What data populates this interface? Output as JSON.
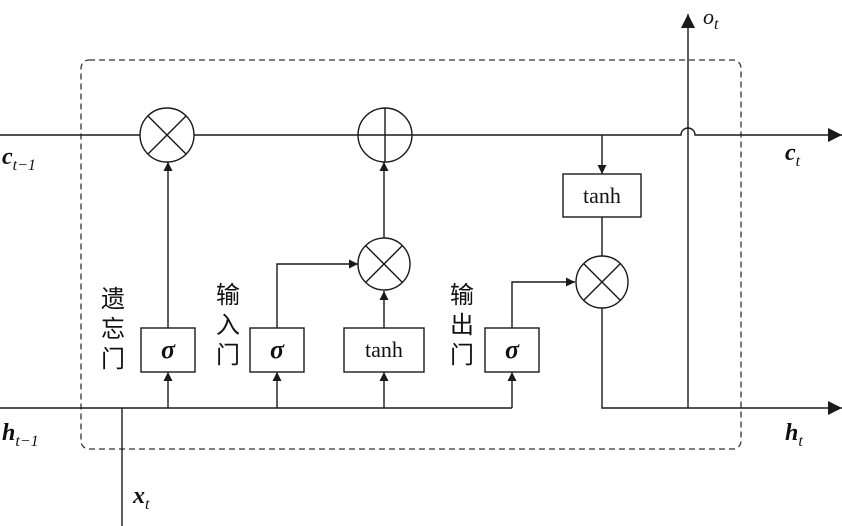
{
  "inputs": {
    "c_prev": {
      "main": "c",
      "sub": "t−1"
    },
    "h_prev": {
      "main": "h",
      "sub": "t−1"
    },
    "x": {
      "main": "x",
      "sub": "t"
    }
  },
  "outputs": {
    "c": {
      "main": "c",
      "sub": "t"
    },
    "h": {
      "main": "h",
      "sub": "t"
    },
    "o": {
      "main": "o",
      "sub": "t"
    }
  },
  "gates": {
    "forget": {
      "label": [
        "遗",
        "忘",
        "门"
      ],
      "symbol": "σ"
    },
    "input": {
      "label": [
        "输",
        "入",
        "门"
      ],
      "symbol": "σ"
    },
    "candidate": {
      "symbol": "tanh"
    },
    "output": {
      "label": [
        "输",
        "出",
        "门"
      ],
      "symbol": "σ"
    }
  },
  "cell_tanh": {
    "symbol": "tanh"
  }
}
